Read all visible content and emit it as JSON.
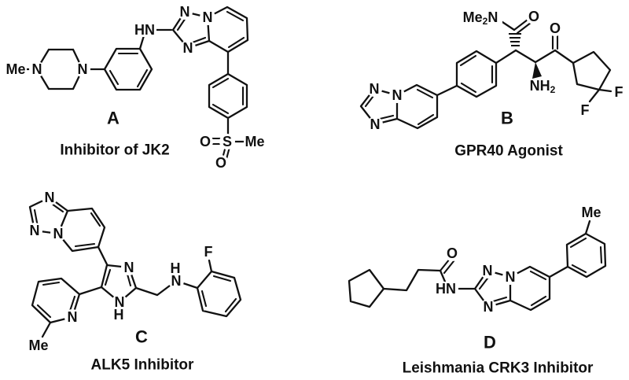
{
  "figure": {
    "colors": {
      "ink": "#111111",
      "background": "#ffffff"
    },
    "molecules": {
      "A": {
        "label": "A",
        "caption": "Inhibitor of JK2",
        "atoms": {
          "me_pip": "Me",
          "n_pip_left": "N",
          "n_pip_right": "N",
          "hn": "HN",
          "n1": "N",
          "n4": "N",
          "n3": "N",
          "o_left": "O",
          "s": "S",
          "me_sulfonyl": "Me",
          "o_bottom": "O"
        }
      },
      "B": {
        "label": "B",
        "caption": "GPR40 Agonist",
        "atoms": {
          "me2n_me": "Me",
          "me2n_sub": "2",
          "me2n_n": "N",
          "o_amide": "O",
          "o_ketone": "O",
          "n1": "N",
          "n4": "N",
          "n3": "N",
          "nh2_main": "NH",
          "nh2_sub": "2",
          "f_right": "F",
          "f_bottom": "F"
        }
      },
      "C": {
        "label": "C",
        "caption": "ALK5 Inhibitor",
        "atoms": {
          "n1": "N",
          "n3": "N",
          "n4": "N",
          "n_imidazole": "N",
          "nh_imidazole_n": "N",
          "nh_imidazole_h": "H",
          "n_pyridine": "N",
          "me_pyridine": "Me",
          "nh_amine_h": "H",
          "nh_amine_n": "N",
          "f": "F"
        }
      },
      "D": {
        "label": "D",
        "caption": "Leishmania CRK3 Inhibitor",
        "atoms": {
          "o": "O",
          "hn": "HN",
          "n1": "N",
          "n4": "N",
          "n3": "N",
          "me": "Me"
        }
      }
    }
  }
}
